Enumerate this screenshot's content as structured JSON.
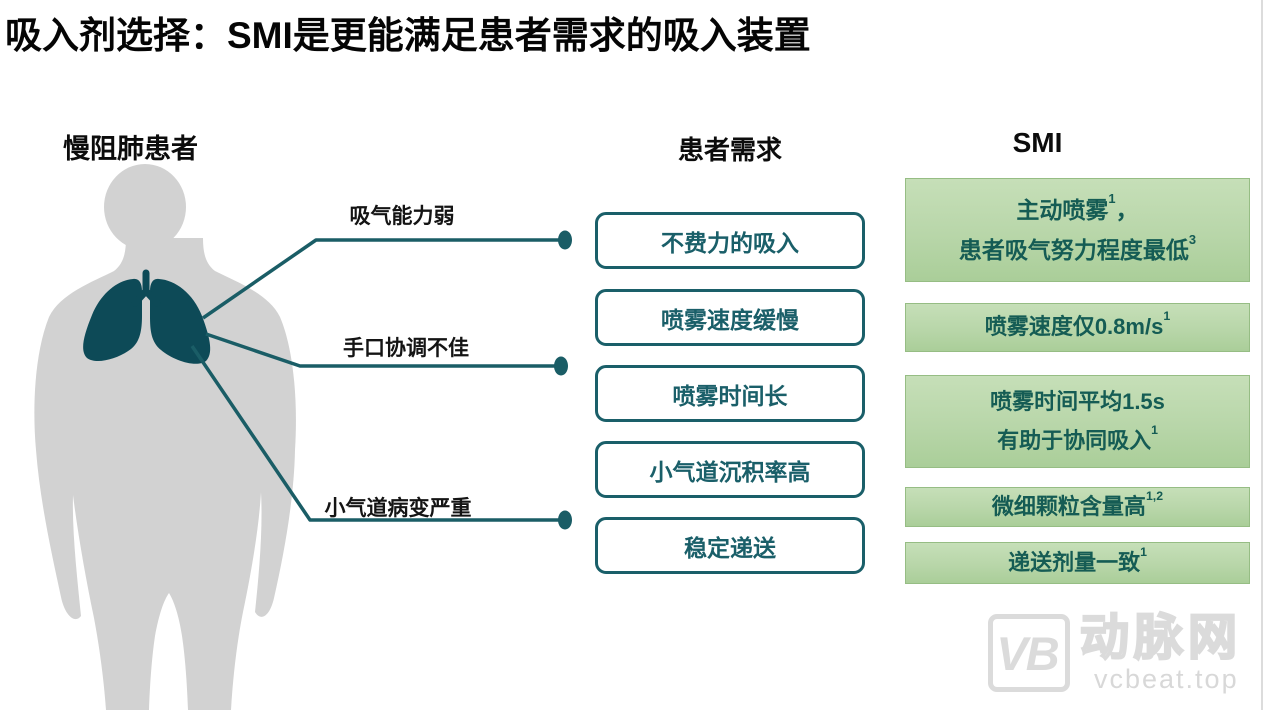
{
  "title": "吸入剂选择：SMI是更能满足患者需求的吸入装置",
  "columns": {
    "patient": "慢阻肺患者",
    "needs": "患者需求",
    "smi": "SMI"
  },
  "issue_labels": [
    "吸气能力弱",
    "手口协调不佳",
    "小气道病变严重"
  ],
  "needs_boxes": [
    "不费力的吸入",
    "喷雾速度缓慢",
    "喷雾时间长",
    "小气道沉积率高",
    "稳定递送"
  ],
  "smi_boxes": [
    {
      "l1": "主动喷雾",
      "s1": "1",
      "t1": "，",
      "l2": "患者吸气努力程度最低",
      "s2": "3"
    },
    {
      "l1": "喷雾速度仅0.8m/s",
      "s1": "1"
    },
    {
      "l1": "喷雾时间平均1.5s",
      "l2": "有助于协同吸入",
      "s2": "1"
    },
    {
      "l1": "微细颗粒含量高",
      "s1": "1,2"
    },
    {
      "l1": "递送剂量一致",
      "s1": "1"
    }
  ],
  "watermark": {
    "logo": "VB",
    "brand": "动脉网",
    "site": "vcbeat.top"
  },
  "colors": {
    "line_teal": "#1a5d66",
    "lung_teal": "#0d4a57",
    "body_gray": "#d2d2d2",
    "need_box_border": "#1a5f69",
    "smi_box_fill": "#b8d6a9",
    "smi_box_border": "#96bd84",
    "smi_text": "#155c54",
    "watermark_gray": "#dbdbdb"
  }
}
